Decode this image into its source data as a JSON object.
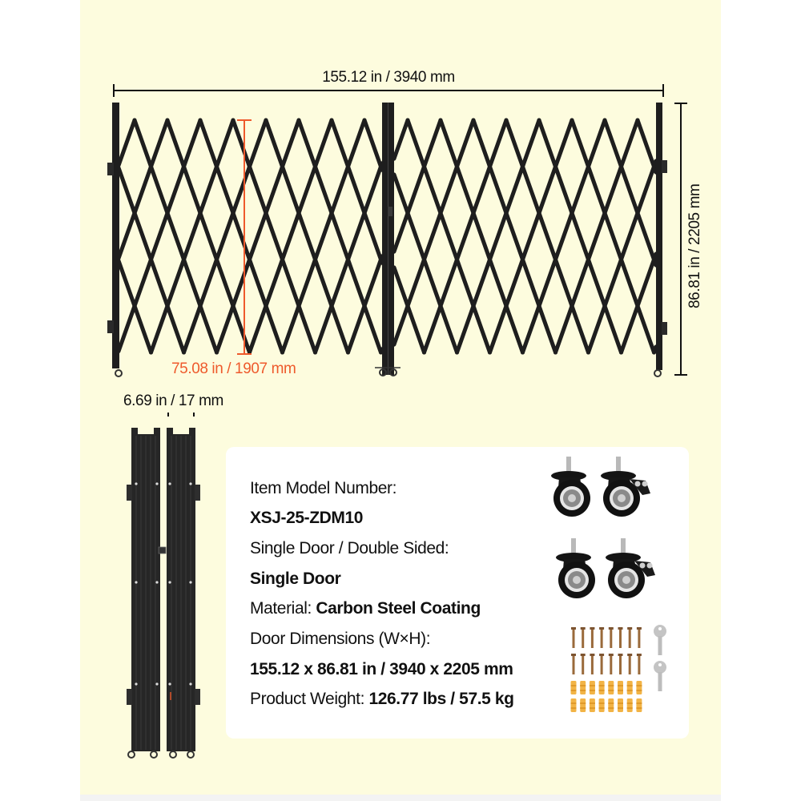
{
  "colors": {
    "panel_background": "#FDFCDE",
    "page_background": "#FFFFFF",
    "bottom_strip": "#F3F3F3",
    "gate_metal": "#1E1E1E",
    "dimension_line": "#111111",
    "highlight_orange": "#EE5A2C",
    "card_background": "#FFFFFF"
  },
  "dimensions": {
    "overall_width": "155.12 in / 3940 mm",
    "overall_height": "86.81 in / 2205 mm",
    "lattice_height": "75.08 in / 1907 mm",
    "folded_depth": "6.69 in / 17 mm"
  },
  "gate_diagram": {
    "panels": 2,
    "lattice_rows": 5,
    "peaks_per_panel": 8,
    "posts": [
      "left-post",
      "center-double-post",
      "right-post"
    ]
  },
  "spec_card": {
    "model_label": "Item Model Number:",
    "model_value": "XSJ-25-ZDM10",
    "door_type_label": "Single Door / Double Sided:",
    "door_type_value": "Single Door",
    "material_label": "Material: ",
    "material_value": "Carbon Steel Coating",
    "dimensions_label": "Door Dimensions (W×H):",
    "dimensions_value": "155.12 x 86.81 in / 3940 x 2205 mm",
    "weight_label": "Product Weight: ",
    "weight_value": "126.77 lbs / 57.5 kg"
  },
  "accessories": {
    "casters_total": 4,
    "casters_with_brake": 2,
    "screws": 16,
    "wall_anchors": 16,
    "keys": 2
  }
}
